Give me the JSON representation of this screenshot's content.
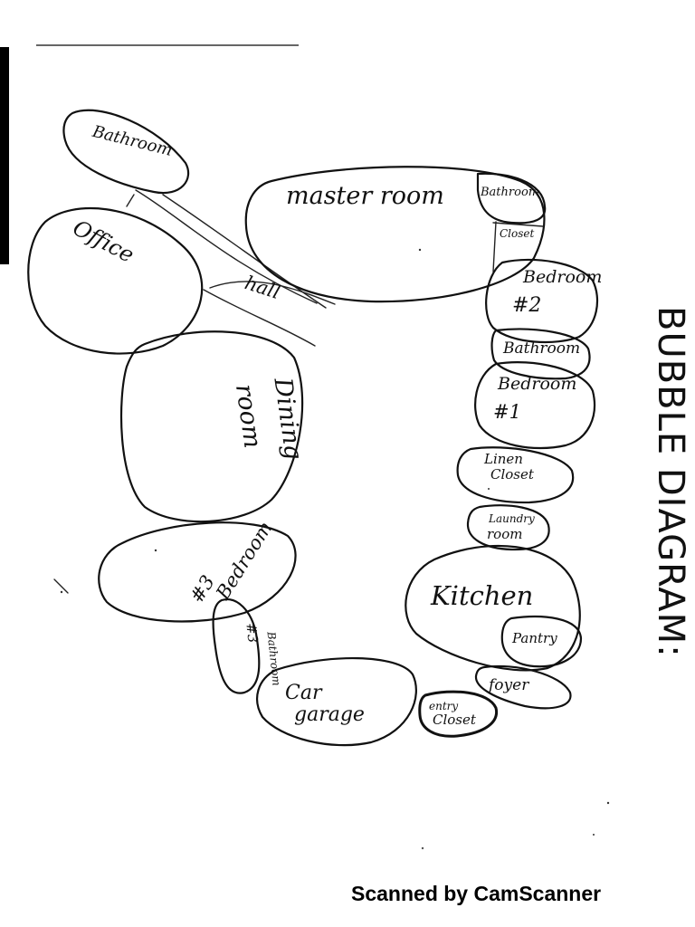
{
  "diagram": {
    "title": "BUBBLE DIAGRAM:",
    "rooms": {
      "bathroom_top": "Bathroom",
      "office": "Office",
      "hall": "hall",
      "master_room": "master room",
      "master_bathroom": "Bathroom",
      "master_closet": "Closet",
      "bedroom_2": [
        "Bedroom",
        "#2"
      ],
      "bathroom_mid": "Bathroom",
      "bedroom_1": [
        "Bedroom",
        "#1"
      ],
      "linen_closet": [
        "Linen",
        "Closet"
      ],
      "laundry_room": [
        "Laundry",
        "room"
      ],
      "kitchen": "Kitchen",
      "pantry": "Pantry",
      "foyer": "foyer",
      "entry_closet": [
        "entry",
        "Closet"
      ],
      "car_garage": [
        "Car",
        "garage"
      ],
      "bathroom_3": [
        "Bathroom",
        "#3"
      ],
      "bedroom_3": [
        "Bedroom",
        "#3"
      ],
      "dining_room": [
        "Dining",
        "room"
      ]
    }
  },
  "footer": {
    "watermark": "Scanned by CamScanner"
  }
}
